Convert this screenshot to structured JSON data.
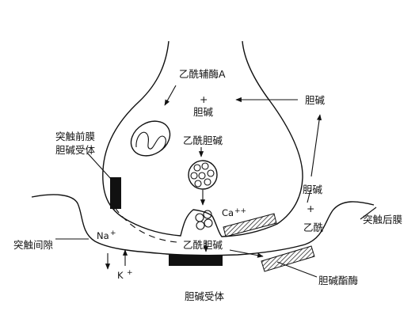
{
  "labels": {
    "acetyl_coa": "乙酰辅酶A",
    "plus_top": "+",
    "choline_upper": "胆碱",
    "acetylcholine_upper": "乙酰胆碱",
    "choline_right": "胆碱",
    "presynaptic_receptor_line1": "突触前膜",
    "presynaptic_receptor_line2": "胆碱受体",
    "choline_mid": "胆碱",
    "plus_right": "+",
    "acetyl_right": "乙酰",
    "calcium": "Ca",
    "calcium_charge": "++",
    "postsynaptic_membrane": "突触后膜",
    "synaptic_cleft": "突触间隙",
    "sodium": "Na",
    "sodium_charge": "+",
    "acetylcholine_cleft": "乙酰胆碱",
    "potassium": "K",
    "potassium_charge": "+",
    "cholinesterase": "胆碱酯酶",
    "choline_receptor": "胆碱受体"
  },
  "colors": {
    "ink": "#111111",
    "background": "#ffffff"
  }
}
